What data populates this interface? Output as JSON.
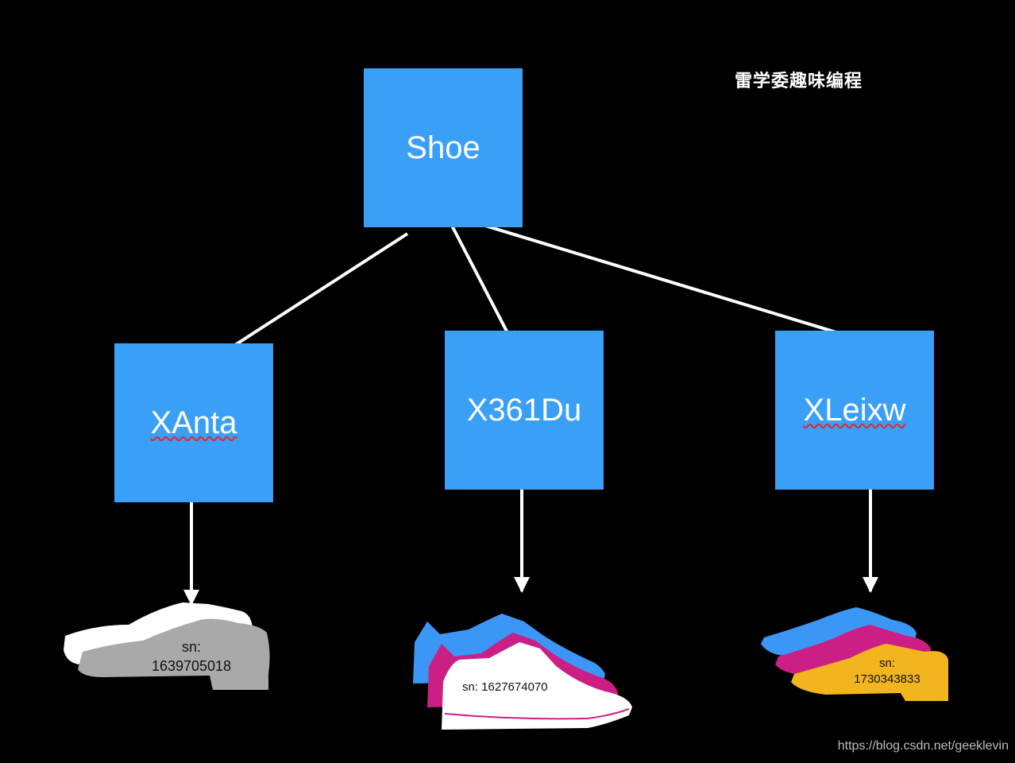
{
  "boxes": {
    "root": "Shoe",
    "children": [
      "XAnta",
      "X361Du",
      "XLeixw"
    ]
  },
  "serials": {
    "xanta": {
      "label": "sn:",
      "number": "1639705018"
    },
    "x361du": {
      "text": "sn: 1627674070"
    },
    "xleixw": {
      "label": "sn:",
      "number": "1730343833"
    }
  },
  "watermarks": {
    "title": "雷学委趣味编程",
    "url": "https://blog.csdn.net/geeklevin"
  },
  "colors": {
    "background": "#000000",
    "box": "#399ff7",
    "arrow": "#ffffff",
    "shoe_gray": "#a9a9a9",
    "shoe_white": "#ffffff",
    "shoe_blue": "#3b96f5",
    "shoe_magenta": "#cc1f86",
    "shoe_yellow": "#f2b51d",
    "spell_underline": "#e0292f"
  }
}
